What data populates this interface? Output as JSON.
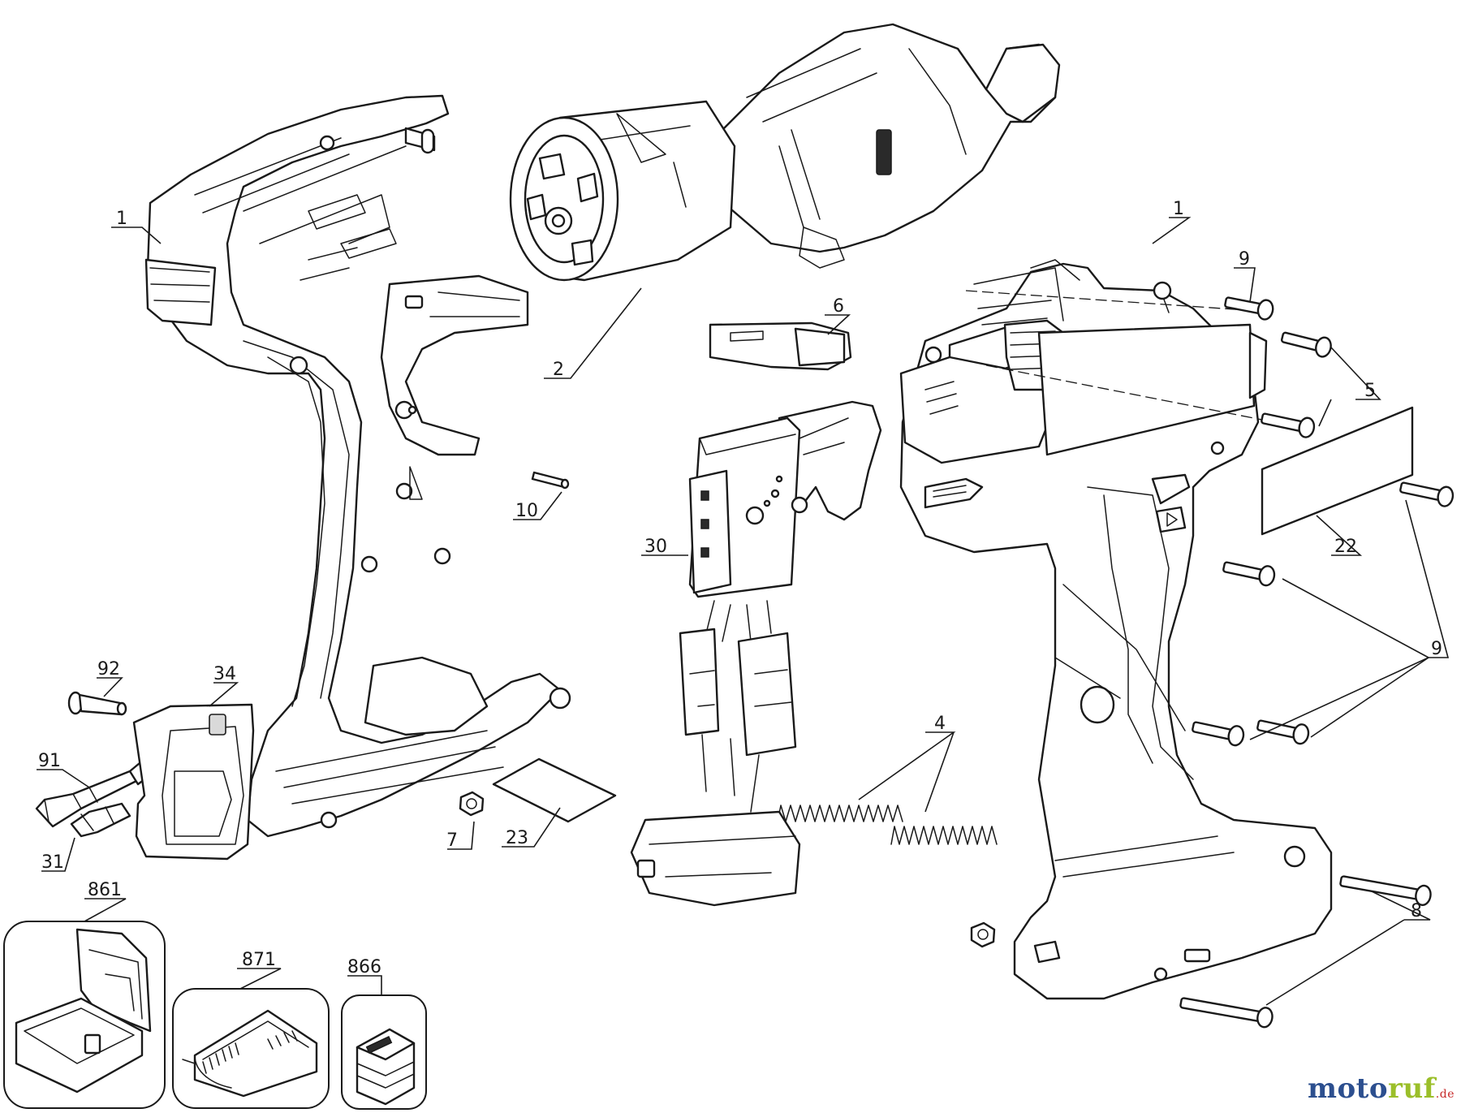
{
  "callouts": [
    {
      "id": "c1a",
      "text": "1"
    },
    {
      "id": "c1b",
      "text": "1"
    },
    {
      "id": "c2",
      "text": "2"
    },
    {
      "id": "c4",
      "text": "4"
    },
    {
      "id": "c5",
      "text": "5"
    },
    {
      "id": "c6",
      "text": "6"
    },
    {
      "id": "c7",
      "text": "7"
    },
    {
      "id": "c8",
      "text": "8"
    },
    {
      "id": "c9a",
      "text": "9"
    },
    {
      "id": "c9b",
      "text": "9"
    },
    {
      "id": "c10",
      "text": "10"
    },
    {
      "id": "c22",
      "text": "22"
    },
    {
      "id": "c23",
      "text": "23"
    },
    {
      "id": "c30",
      "text": "30"
    },
    {
      "id": "c31",
      "text": "31"
    },
    {
      "id": "c34",
      "text": "34"
    },
    {
      "id": "c91",
      "text": "91"
    },
    {
      "id": "c92",
      "text": "92"
    },
    {
      "id": "c861",
      "text": "861"
    },
    {
      "id": "c866",
      "text": "866"
    },
    {
      "id": "c871",
      "text": "871"
    }
  ],
  "brand": {
    "part1": "moto",
    "part2": "ruf",
    "suffix": ".de"
  },
  "colors": {
    "line": "#1a1a1a",
    "brand_blue": "#2c4f8f",
    "brand_green": "#9bbf2a",
    "brand_red": "#c62828"
  }
}
